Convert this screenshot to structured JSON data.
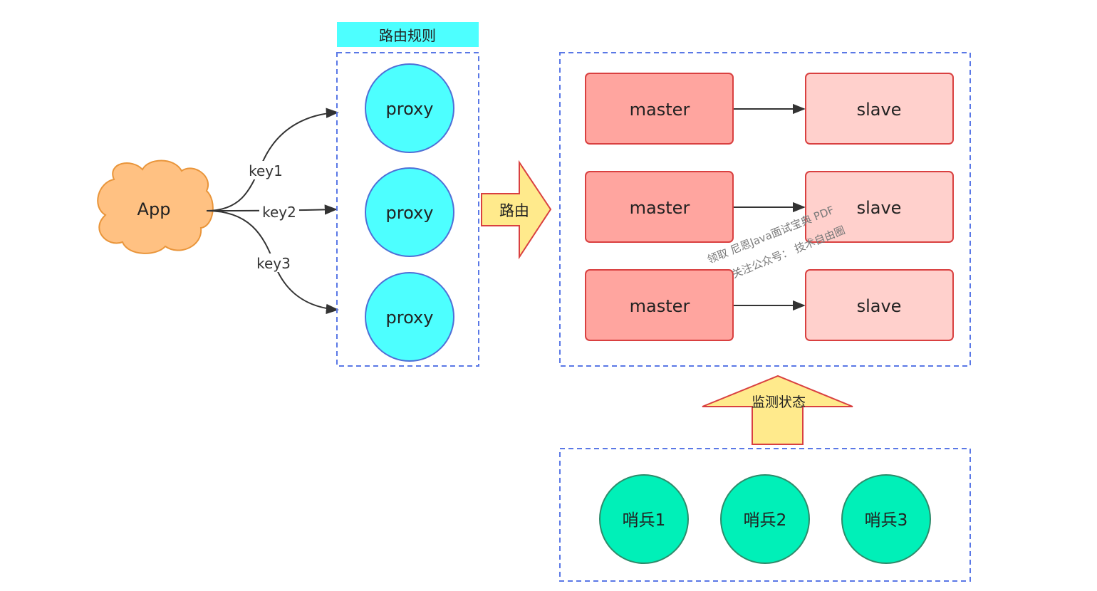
{
  "client": {
    "label": "App"
  },
  "edges": [
    {
      "label": "key1"
    },
    {
      "label": "key2"
    },
    {
      "label": "key3"
    }
  ],
  "proxy_group": {
    "title": "路由规则",
    "nodes": [
      "proxy",
      "proxy",
      "proxy"
    ]
  },
  "route_arrow": {
    "label": "路由"
  },
  "redis_cluster": {
    "pairs": [
      {
        "master": "master",
        "slave": "slave"
      },
      {
        "master": "master",
        "slave": "slave"
      },
      {
        "master": "master",
        "slave": "slave"
      }
    ]
  },
  "monitor_arrow": {
    "label": "监测状态"
  },
  "sentinels": [
    "哨兵1",
    "哨兵2",
    "哨兵3"
  ],
  "watermark": {
    "line1": "领取 尼恩Java面试宝典 PDF",
    "line2": "关注公众号： 技术自由圈"
  },
  "colors": {
    "cloud_fill": "#FFC182",
    "cloud_stroke": "#E9953A",
    "proxy_fill": "#4DFFFF",
    "proxy_stroke": "#4F6FD6",
    "title_fill": "#4DFFFF",
    "group_border": "#5A78E6",
    "master_fill": "#FFA59F",
    "slave_fill": "#FFD0CC",
    "node_stroke": "#D94040",
    "arrow_fill": "#FFEA8C",
    "sentinel_fill": "#00F0B8",
    "sentinel_stroke": "#2E8B6B",
    "line": "#333333"
  }
}
